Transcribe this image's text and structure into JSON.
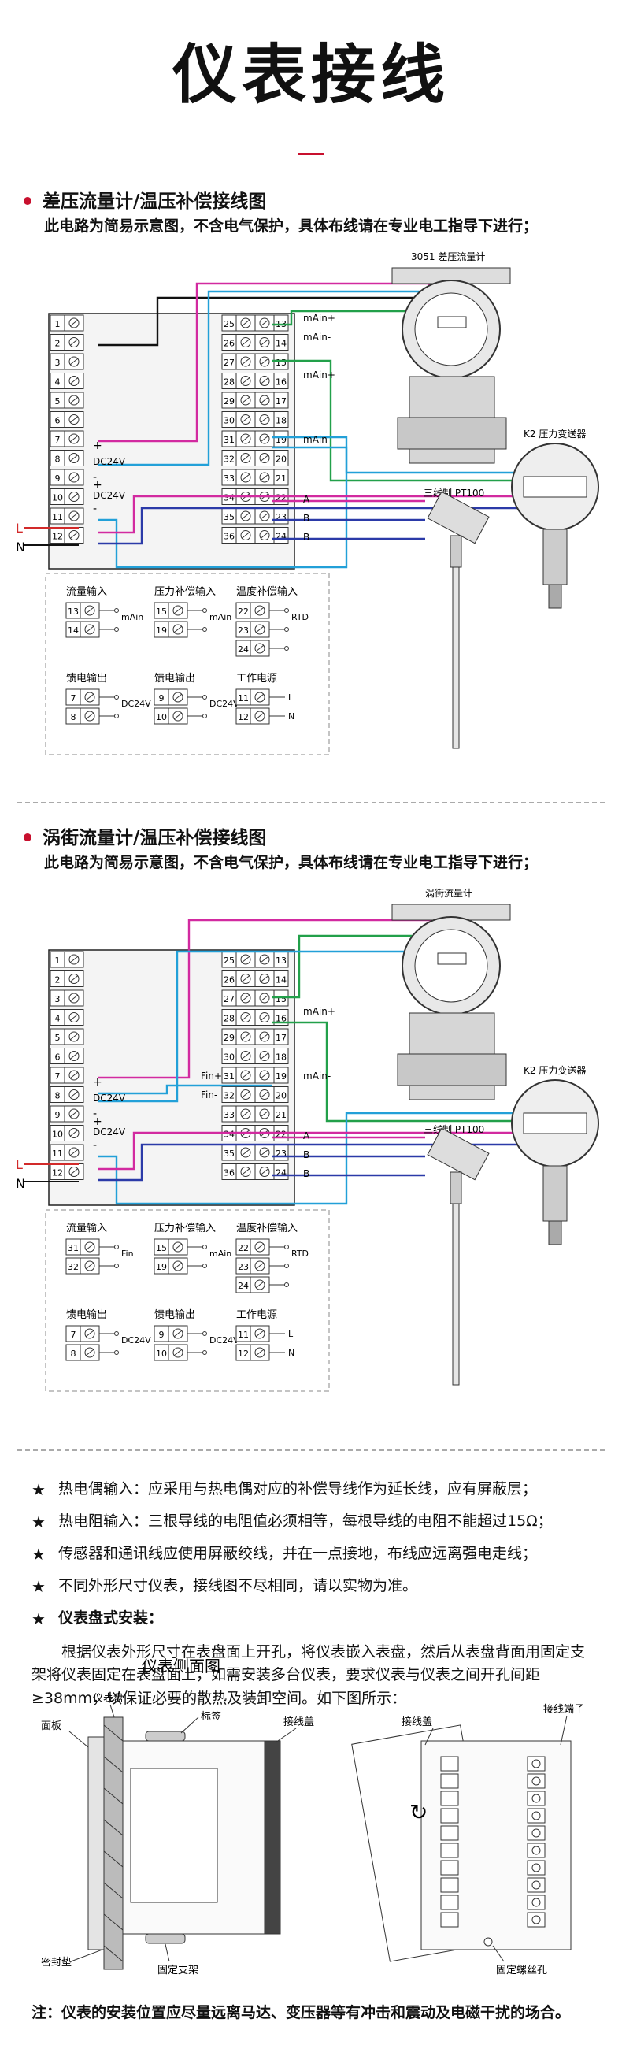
{
  "title": "仪表接线",
  "section1": {
    "heading": "差压流量计/温压补偿接线图",
    "subtitle": "此电路为简易示意图，不含电气保护，具体布线请在专业电工指导下进行；",
    "left_terminals": [
      "1",
      "2",
      "3",
      "4",
      "5",
      "6",
      "7",
      "8",
      "9",
      "10",
      "11",
      "12"
    ],
    "right_terminals": [
      "25",
      "26",
      "27",
      "28",
      "29",
      "30",
      "31",
      "32",
      "33",
      "34",
      "35",
      "36"
    ],
    "right_inner": [
      "13",
      "14",
      "15",
      "16",
      "17",
      "18",
      "19",
      "20",
      "21",
      "22",
      "23",
      "24"
    ],
    "signal_labels": [
      "mAin+",
      "mAin-",
      "mAin+",
      "mAin-",
      "A",
      "B",
      "B"
    ],
    "dc_labels": [
      "DC24V",
      "DC24V"
    ],
    "plus": "+",
    "minus": "-",
    "L": "L",
    "N": "N",
    "transmitter": "3051 差压流量计",
    "pressure": "K2 压力变送器",
    "pt100": "三线制 PT100",
    "legend": {
      "flow_title": "流量输入",
      "flow_pins": [
        "13",
        "14"
      ],
      "flow_sig": "mAin",
      "pcomp_title": "压力补偿输入",
      "pcomp_pins": [
        "15",
        "19"
      ],
      "pcomp_sig": "mAin",
      "tcomp_title": "温度补偿输入",
      "tcomp_pins": [
        "22",
        "23",
        "24"
      ],
      "tcomp_sig": "RTD",
      "feed1_title": "馈电输出",
      "feed1_pins": [
        "7",
        "8"
      ],
      "feed1_sig": "DC24V",
      "feed2_title": "馈电输出",
      "feed2_pins": [
        "9",
        "10"
      ],
      "feed2_sig": "DC24V",
      "power_title": "工作电源",
      "power_pins": [
        "11",
        "12"
      ],
      "power_L": "L",
      "power_N": "N"
    }
  },
  "section2": {
    "heading": "涡街流量计/温压补偿接线图",
    "subtitle": "此电路为简易示意图，不含电气保护，具体布线请在专业电工指导下进行；",
    "transmitter": "涡街流量计",
    "pressure": "K2 压力变送器",
    "pt100": "三线制 PT100",
    "fin_plus": "Fin+",
    "fin_minus": "Fin-",
    "signal_labels": [
      "mAin+",
      "mAin-",
      "A",
      "B",
      "B"
    ],
    "legend": {
      "flow_title": "流量输入",
      "flow_pins": [
        "31",
        "32"
      ],
      "flow_sig": "Fin",
      "pcomp_title": "压力补偿输入",
      "pcomp_pins": [
        "15",
        "19"
      ],
      "pcomp_sig": "mAin",
      "tcomp_title": "温度补偿输入",
      "tcomp_pins": [
        "22",
        "23",
        "24"
      ],
      "tcomp_sig": "RTD",
      "feed1_title": "馈电输出",
      "feed1_pins": [
        "7",
        "8"
      ],
      "feed1_sig": "DC24V",
      "feed2_title": "馈电输出",
      "feed2_pins": [
        "9",
        "10"
      ],
      "feed2_sig": "DC24V",
      "power_title": "工作电源",
      "power_pins": [
        "11",
        "12"
      ],
      "power_L": "L",
      "power_N": "N"
    }
  },
  "notes": {
    "star": "★",
    "items": [
      "热电偶输入：应采用与热电偶对应的补偿导线作为延长线，应有屏蔽层；",
      "热电阻输入：三根导线的电阻值必须相等，每根导线的电阻不能超过15Ω；",
      "传感器和通讯线应使用屏蔽绞线，并在一点接地，布线应远离强电走线；",
      "不同外形尺寸仪表，接线图不尽相同，请以实物为准。",
      "仪表盘式安装："
    ],
    "paragraph": "根据仪表外形尺寸在表盘面上开孔，将仪表嵌入表盘，然后从表盘背面用固定支架将仪表固定在表盘面上，如需安装多台仪表，要求仪表与仪表之间开孔间距≥38mm，以保证必要的散热及装卸空间。如下图所示："
  },
  "side_view": {
    "title": "仪表侧面图",
    "labels": [
      "仪表盘",
      "面板",
      "标签",
      "接线盖",
      "密封垫",
      "固定支架",
      "接线盖",
      "接线端子",
      "固定螺丝孔"
    ]
  },
  "footer": "注：仪表的安装位置应尽量远离马达、变压器等有冲击和震动及电磁干扰的场合。"
}
